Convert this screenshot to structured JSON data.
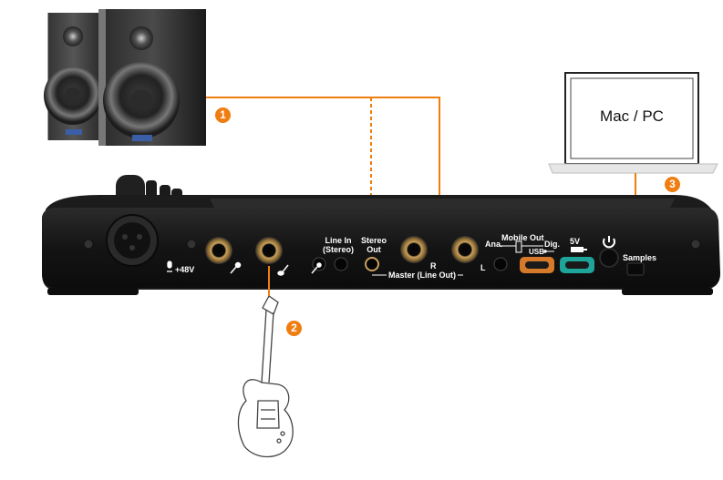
{
  "laptop": {
    "screen_text": "Mac / PC"
  },
  "callouts": [
    "1",
    "2",
    "3"
  ],
  "device": {
    "mic_phantom_label": "+48V",
    "line_in_label": "Line In\n(Stereo)",
    "stereo_out_label": "Stereo\nOut",
    "master_label": "Master (Line Out)",
    "r_label": "R",
    "l_label": "L",
    "ana_label": "Ana.",
    "mobile_out_label": "Mobile Out",
    "dig_label": "Dig.",
    "usb_label": "USB",
    "five_v_label": "5V",
    "samples_label": "Samples"
  },
  "colors": {
    "cable": "#f07d10",
    "badge": "#f07d10",
    "usb_port": "#d57a2a",
    "power_port": "#1fa49a",
    "device_body": "#151515",
    "jack_ring": "#c9a25e"
  }
}
